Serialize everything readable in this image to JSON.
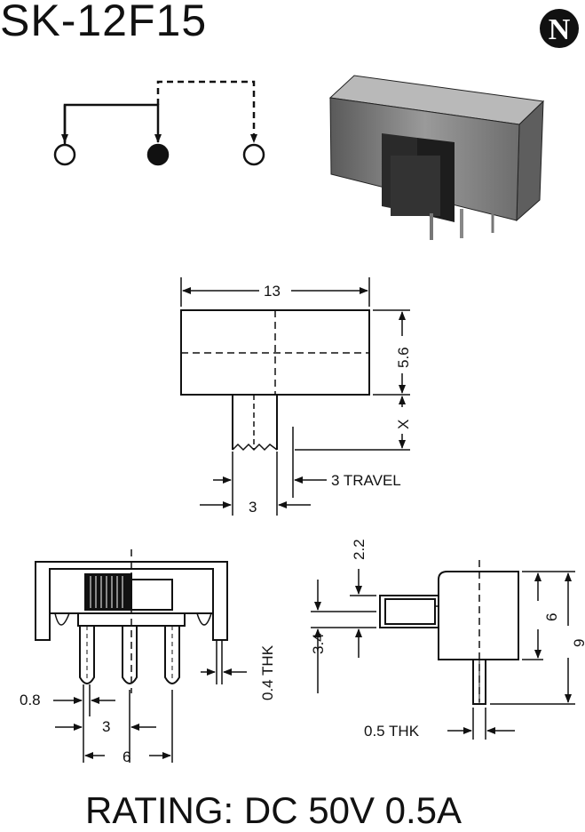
{
  "header": {
    "title": "SK-12F15",
    "logo_letter": "N"
  },
  "footer": {
    "rating": "RATING: DC 50V 0.5A"
  },
  "top_view": {
    "width_label": "13",
    "height_label": "5.6",
    "x_label": "X",
    "actuator_label": "3",
    "travel_label": "3 TRAVEL"
  },
  "front_view": {
    "pin_width_label": "0.8",
    "pitch_label": "3",
    "span_label": "6",
    "thickness_label": "0.4 THK"
  },
  "side_view": {
    "top_label": "2.2",
    "actuator_label": "3.4",
    "body_label": "6",
    "total_label": "9",
    "pin_thickness_label": "0.5 THK"
  },
  "colors": {
    "ink": "#111111",
    "body_gray": "#8a8a8a"
  }
}
